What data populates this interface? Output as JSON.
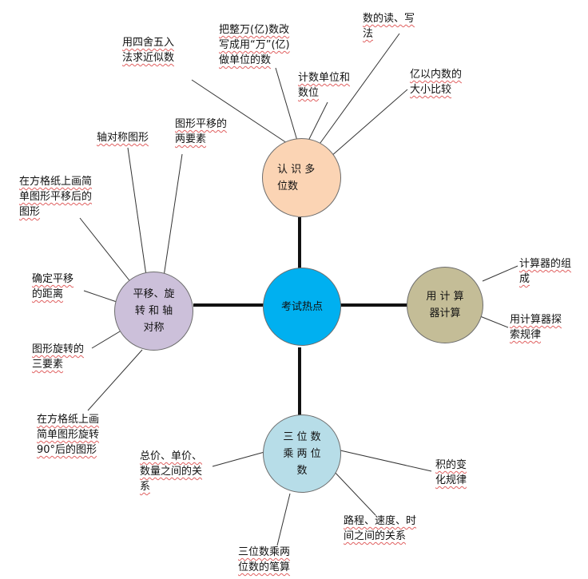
{
  "center": {
    "text": "考试热点",
    "color": "#00b0f0"
  },
  "nodes": {
    "recognize": {
      "text": "认 识 多 位数",
      "color": "#fbd4b4"
    },
    "transform": {
      "text": "平移、旋 转 和 轴 对称",
      "color": "#ccc0da"
    },
    "calculator": {
      "text": "用 计 算 器计算",
      "color": "#c4bd97"
    },
    "multiply": {
      "text": "三 位 数 乘 两 位 数",
      "color": "#b7dde8"
    }
  },
  "labels": {
    "round_estimate": "用四舍五入\n法求近似数",
    "rewrite_units": "把整万(亿)数改\n写成用“万”(亿)\n做单位的数",
    "read_write": "数的读、写\n法",
    "counting_units": "计数单位和\n数位",
    "compare_size": "亿以内数的\n大小比较",
    "translation_elements": "图形平移的\n两要素",
    "axis_symmetric": "轴对称图形",
    "grid_translate": "在方格纸上画简\n单图形平移后的\n图形",
    "translate_distance": "确定平移\n的距离",
    "rotation_elements": "图形旋转的\n三要素",
    "grid_rotate": "在方格纸上画\n简单图形旋转\n90°后的图形",
    "calculator_parts": "计算器的组\n成",
    "calculator_rules": "用计算器探\n索规律",
    "price_quantity": "总价、单价、\n数量之间的关\n系",
    "product_change": "积的变\n化规律",
    "distance_speed_time": "路程、速度、时\n间之间的关系",
    "written_calc": "三位数乘两\n位数的笔算"
  },
  "colors": {
    "line": "#111111"
  }
}
